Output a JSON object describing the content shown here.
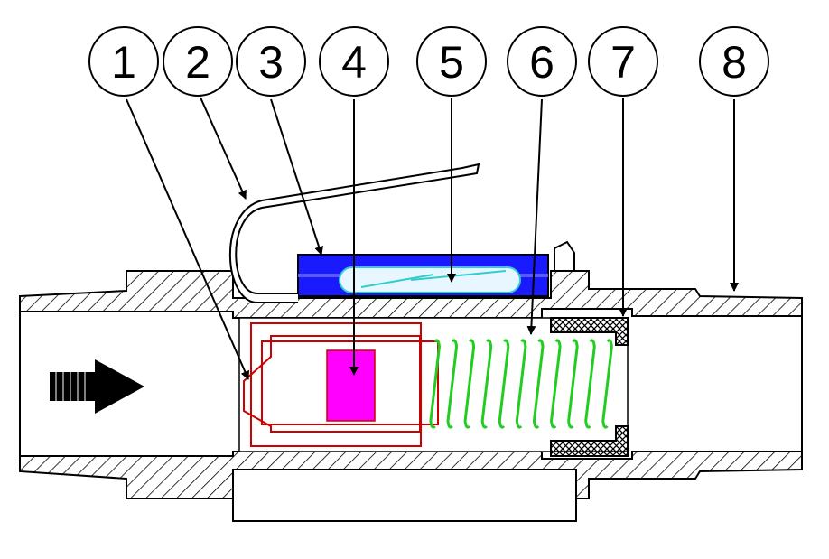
{
  "diagram": {
    "callouts": [
      {
        "id": "1",
        "label": "1"
      },
      {
        "id": "2",
        "label": "2"
      },
      {
        "id": "3",
        "label": "3"
      },
      {
        "id": "4",
        "label": "4"
      },
      {
        "id": "5",
        "label": "5"
      },
      {
        "id": "6",
        "label": "6"
      },
      {
        "id": "7",
        "label": "7"
      },
      {
        "id": "8",
        "label": "8"
      }
    ],
    "colors": {
      "outline": "#000000",
      "piston": "#cc0000",
      "magnet": "#ff00ff",
      "spring": "#22cc22",
      "reed_holder": "#1a1aff",
      "reed_glass": "#33cccc",
      "flow_arrow": "#000000"
    },
    "icons": {
      "flow": "flow-direction-arrow-icon"
    }
  }
}
